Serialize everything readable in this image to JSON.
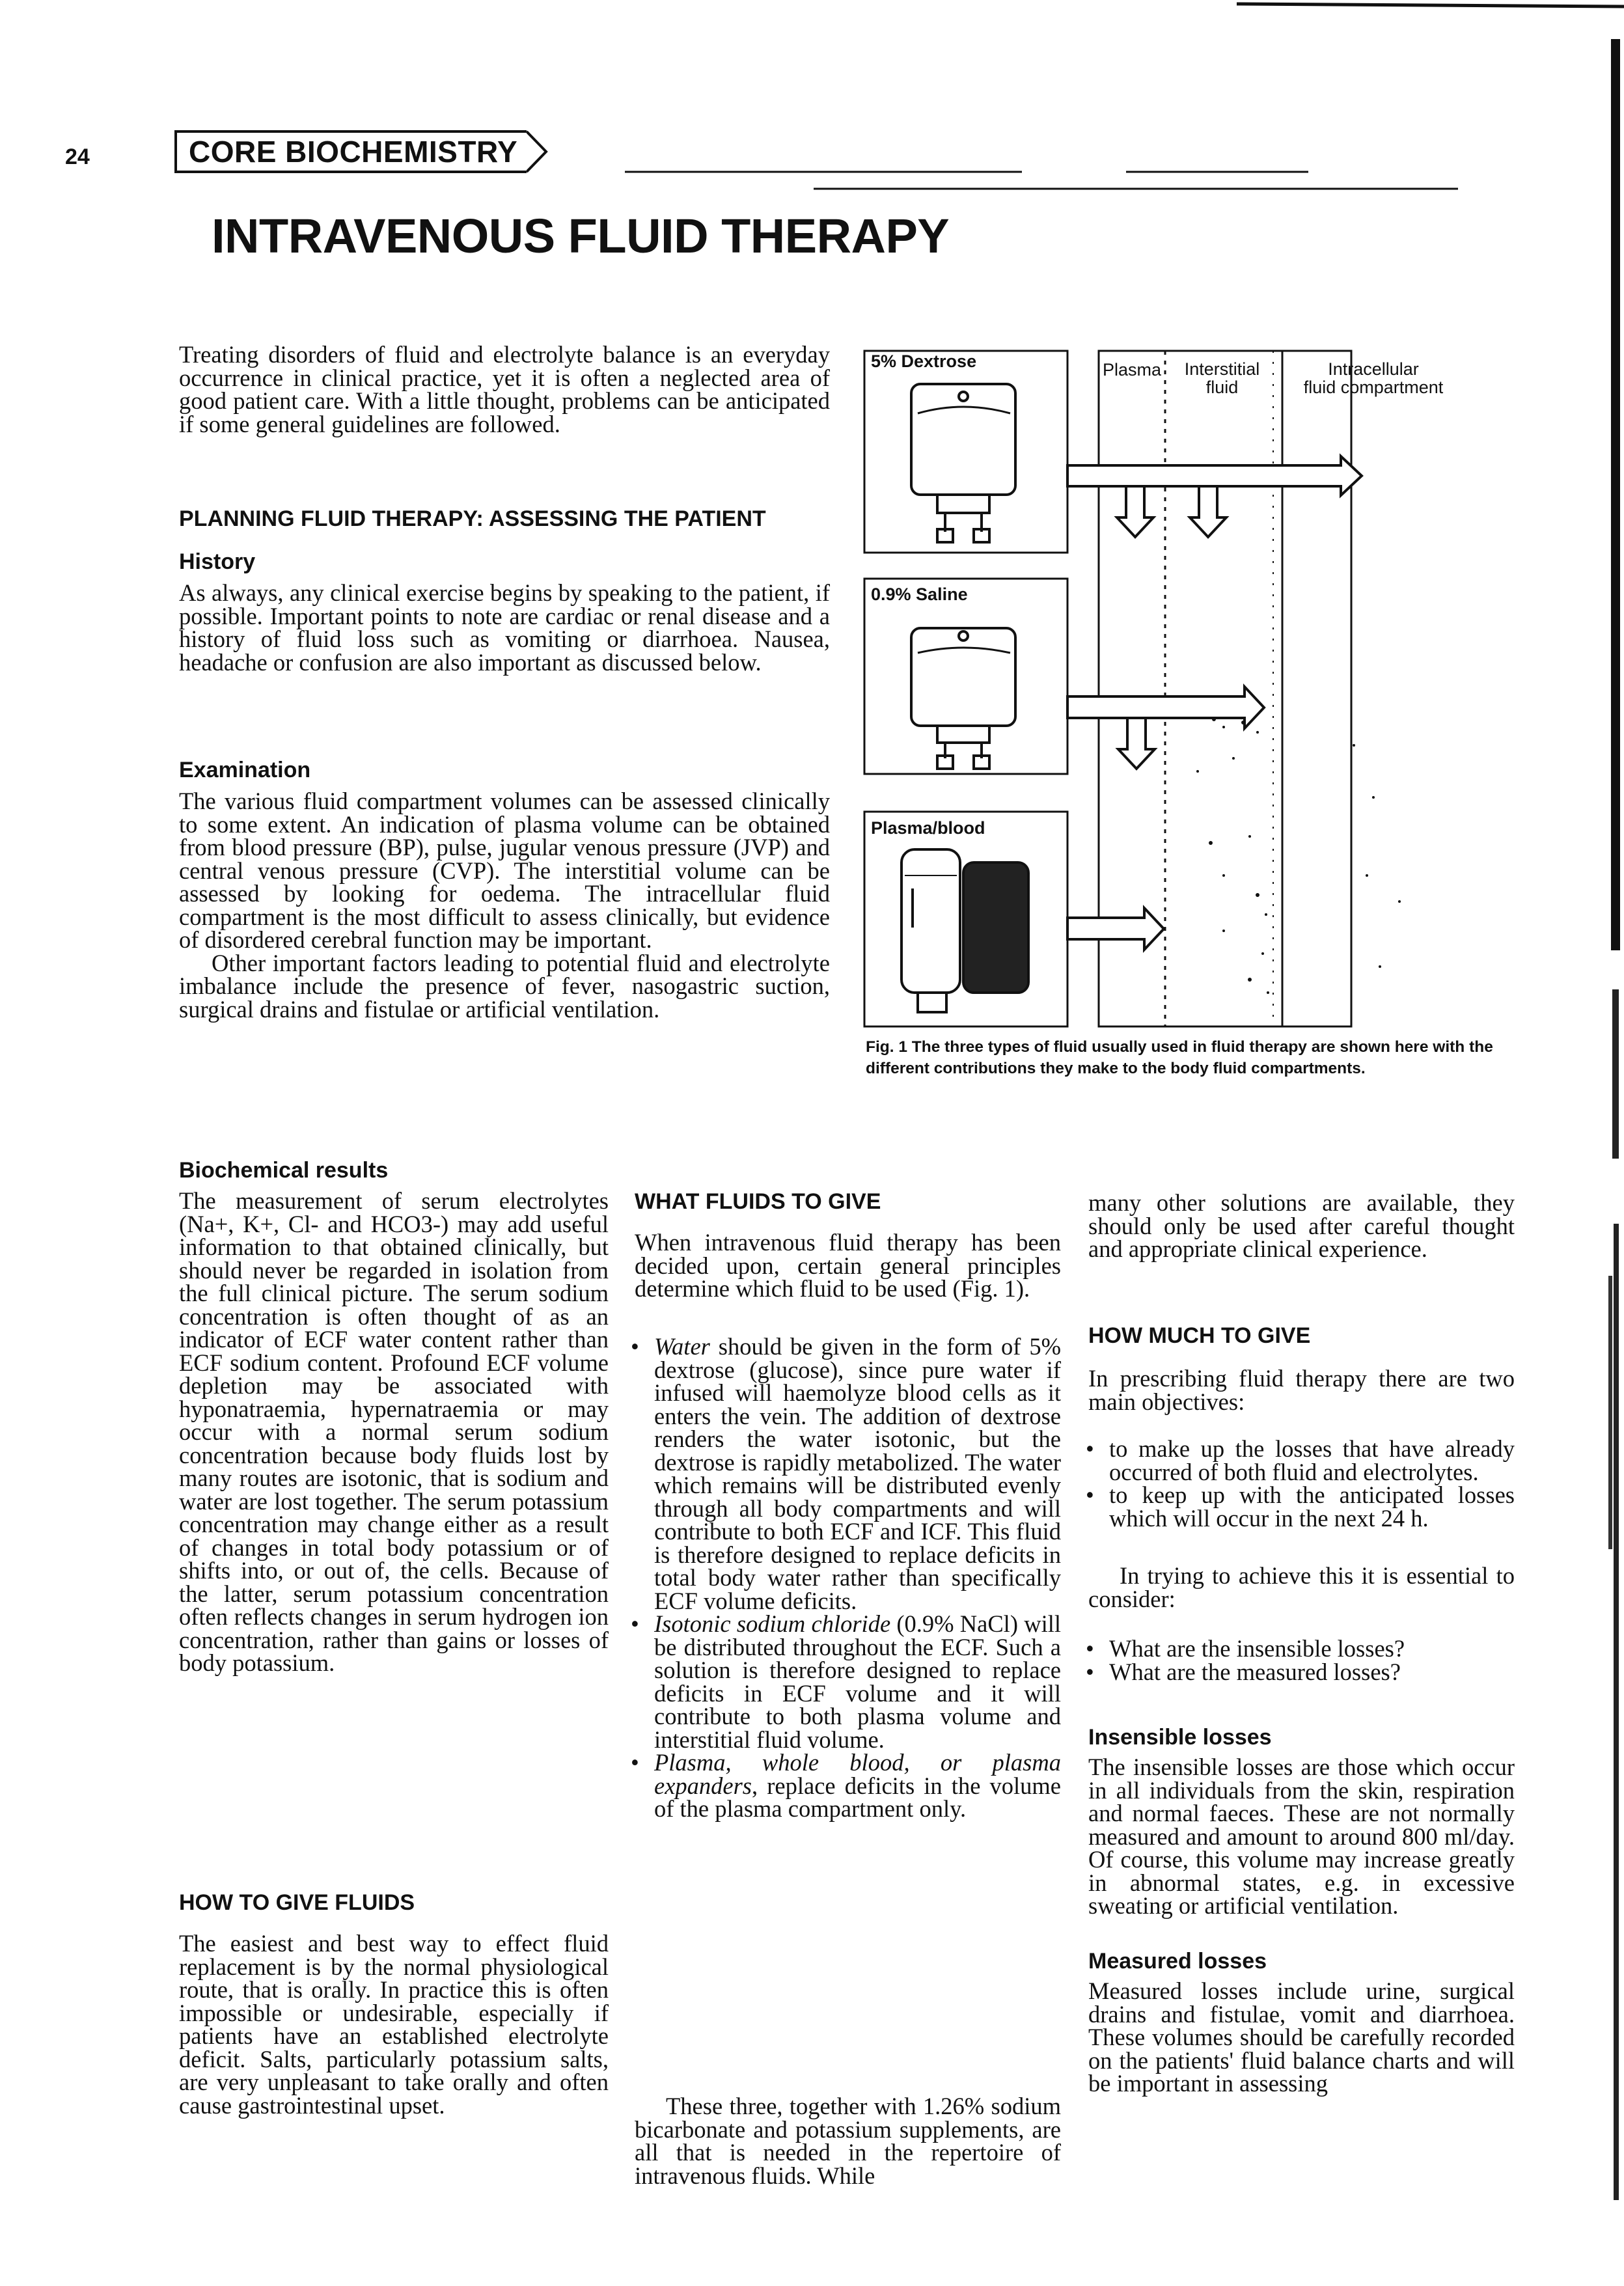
{
  "header": {
    "page_number": "24",
    "section": "CORE BIOCHEMISTRY",
    "title": "INTRAVENOUS FLUID THERAPY"
  },
  "intro": "Treating disorders of fluid and electrolyte balance is an everyday occurrence in clinical practice, yet it is often a neglected area of good patient care. With a little thought, problems can be anticipated if some general guidelines are followed.",
  "planning": {
    "heading": "PLANNING FLUID THERAPY: ASSESSING THE PATIENT",
    "history_heading": "History",
    "history_text": "As always, any clinical exercise begins by speaking to the patient, if possible. Important points to note are cardiac or renal disease and a history of fluid loss such as vomiting or diarrhoea. Nausea, headache or confusion are also important as discussed below.",
    "exam_heading": "Examination",
    "exam_text": "The various fluid compartment volumes can be assessed clinically to some extent. An indication of plasma volume can be obtained from blood pressure (BP), pulse, jugular venous pressure (JVP) and central venous pressure (CVP). The interstitial volume can be assessed by looking for oedema. The intracellular fluid compartment is the most difficult to assess clinically, but evidence of disordered cerebral function may be important.",
    "exam_text2": "Other important factors leading to potential fluid and electrolyte imbalance include the presence of fever, nasogastric suction, surgical drains and fistulae or artificial ventilation."
  },
  "figure": {
    "bag1_label": "5% Dextrose",
    "bag2_label": "0.9% Saline",
    "bag3_label": "Plasma/blood",
    "col_plasma": "Plasma",
    "col_interstitial_1": "Interstitial",
    "col_interstitial_2": "fluid",
    "col_intracellular_1": "Intracellular",
    "col_intracellular_2": "fluid compartment",
    "caption": "Fig. 1  The three types of fluid usually used in fluid therapy are shown here with the different contributions they make to the body fluid compartments."
  },
  "col1": {
    "biochem_heading": "Biochemical results",
    "biochem_text": "The measurement of serum electrolytes (Na+, K+, Cl- and HCO3-) may add useful information to that obtained clinically, but should never be regarded in isolation from the full clinical picture. The serum sodium concentration is often thought of as an indicator of ECF water content rather than ECF sodium content. Profound ECF volume depletion may be associated with hyponatraemia, hypernatraemia or may occur with a normal serum sodium concentration because body fluids lost by many routes are isotonic, that is sodium and water are lost together. The serum potassium concentration may change either as a result of changes in total body potassium or of shifts into, or out of, the cells. Because of the latter, serum potassium concentration often reflects changes in serum hydrogen ion concentration, rather than gains or losses of body potassium.",
    "how_heading": "HOW TO GIVE FLUIDS",
    "how_text": "The easiest and best way to effect fluid replacement is by the normal physiological route, that is orally. In practice this is often impossible or undesirable, especially if patients have an established electrolyte deficit. Salts, particularly potassium salts, are very unpleasant to take orally and often cause gastrointestinal upset."
  },
  "col2": {
    "what_heading": "WHAT FLUIDS TO GIVE",
    "what_intro": "When intravenous fluid therapy has been decided upon, certain general principles determine which fluid to be used (Fig. 1).",
    "b1_em": "Water",
    "b1_text": " should be given in the form of 5% dextrose (glucose), since pure water if infused will haemolyze blood cells as it enters the vein. The addition of dextrose renders the water isotonic, but the dextrose is rapidly metabolized. The water which remains will be distributed evenly through all body compartments and will contribute to both ECF and ICF. This fluid is therefore designed to replace deficits in total body water rather than specifically ECF volume deficits.",
    "b2_em": "Isotonic sodium chloride",
    "b2_text": " (0.9% NaCl) will be distributed throughout the ECF. Such a solution is therefore designed to replace deficits in ECF volume and it will contribute to both plasma volume and interstitial fluid volume.",
    "b3_em": "Plasma, whole blood, or plasma expanders",
    "b3_text": ", replace deficits in the volume of the plasma compartment only.",
    "closing": "These three, together with 1.26% sodium bicarbonate and potassium supplements, are all that is needed in the repertoire of intravenous fluids. While"
  },
  "col3": {
    "cont_text": "many other solutions are available, they should only be used after careful thought and appropriate clinical experience.",
    "much_heading": "HOW MUCH TO GIVE",
    "much_intro": "In prescribing fluid therapy there are two main objectives:",
    "obj1": "to make up the losses that have already occurred of both fluid and electrolytes.",
    "obj2": "to keep up with the anticipated losses which will occur in the next 24 h.",
    "consider": "In trying to achieve this it is essential to consider:",
    "q1": "What are the insensible losses?",
    "q2": "What are the measured losses?",
    "insensible_heading": "Insensible losses",
    "insensible_text": "The insensible losses are those which occur in all individuals from the skin, respiration and normal faeces. These are not normally measured and amount to around 800 ml/day. Of course, this volume may increase greatly in abnormal states, e.g. in excessive sweating or artificial ventilation.",
    "measured_heading": "Measured losses",
    "measured_text": "Measured losses include urine, surgical drains and fistulae, vomit and diarrhoea. These volumes should be carefully recorded on the patients' fluid balance charts and will be important in assessing"
  }
}
